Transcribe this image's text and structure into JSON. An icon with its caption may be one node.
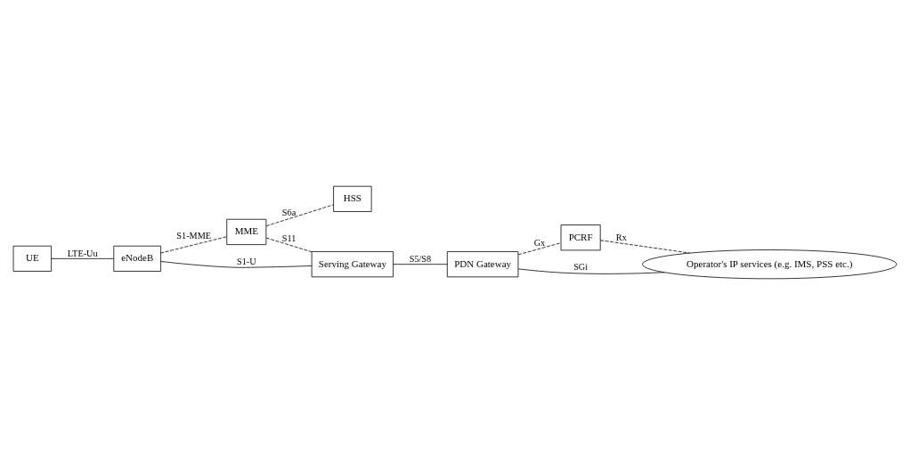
{
  "diagram": {
    "nodes": [
      {
        "text": [
          "UE"
        ]
      },
      {
        "text": [
          "eNodeB"
        ]
      },
      {
        "text": [
          "MME"
        ]
      },
      {
        "text": [
          "HSS"
        ]
      },
      {
        "text": [
          "Serving Gateway"
        ]
      },
      {
        "text": [
          "PDN Gateway"
        ]
      },
      {
        "text": [
          "PCRF"
        ]
      },
      {
        "text": [
          "Operator's IP services (e.g. IMS, PSS etc.)"
        ]
      }
    ],
    "edges": [
      {
        "from": 0,
        "to": 1,
        "arrow": "none",
        "label": "LTE-Uu"
      },
      {
        "from": 1,
        "to": 2,
        "arrow": "none",
        "label": "S1-MME",
        "style": "dashed"
      },
      {
        "from": 2,
        "to": 3,
        "arrow": "none",
        "label": "S6a",
        "style": "dashed"
      },
      {
        "from": 2,
        "to": 4,
        "arrow": "none",
        "label": "S11",
        "style": "dashed"
      },
      {
        "from": 1,
        "to": 4,
        "arrow": "none",
        "label": "S1-U"
      },
      {
        "from": 4,
        "to": 5,
        "arrow": "none",
        "label": "S5/S8"
      },
      {
        "from": 5,
        "to": 6,
        "arrow": "none",
        "label": "Gx",
        "style": "dashed"
      },
      {
        "from": 6,
        "to": 7,
        "arrow": "none",
        "label": "Rx",
        "style": "dashed"
      },
      {
        "from": 5,
        "to": 7,
        "arrow": "none",
        "label": "SGi"
      }
    ]
  }
}
